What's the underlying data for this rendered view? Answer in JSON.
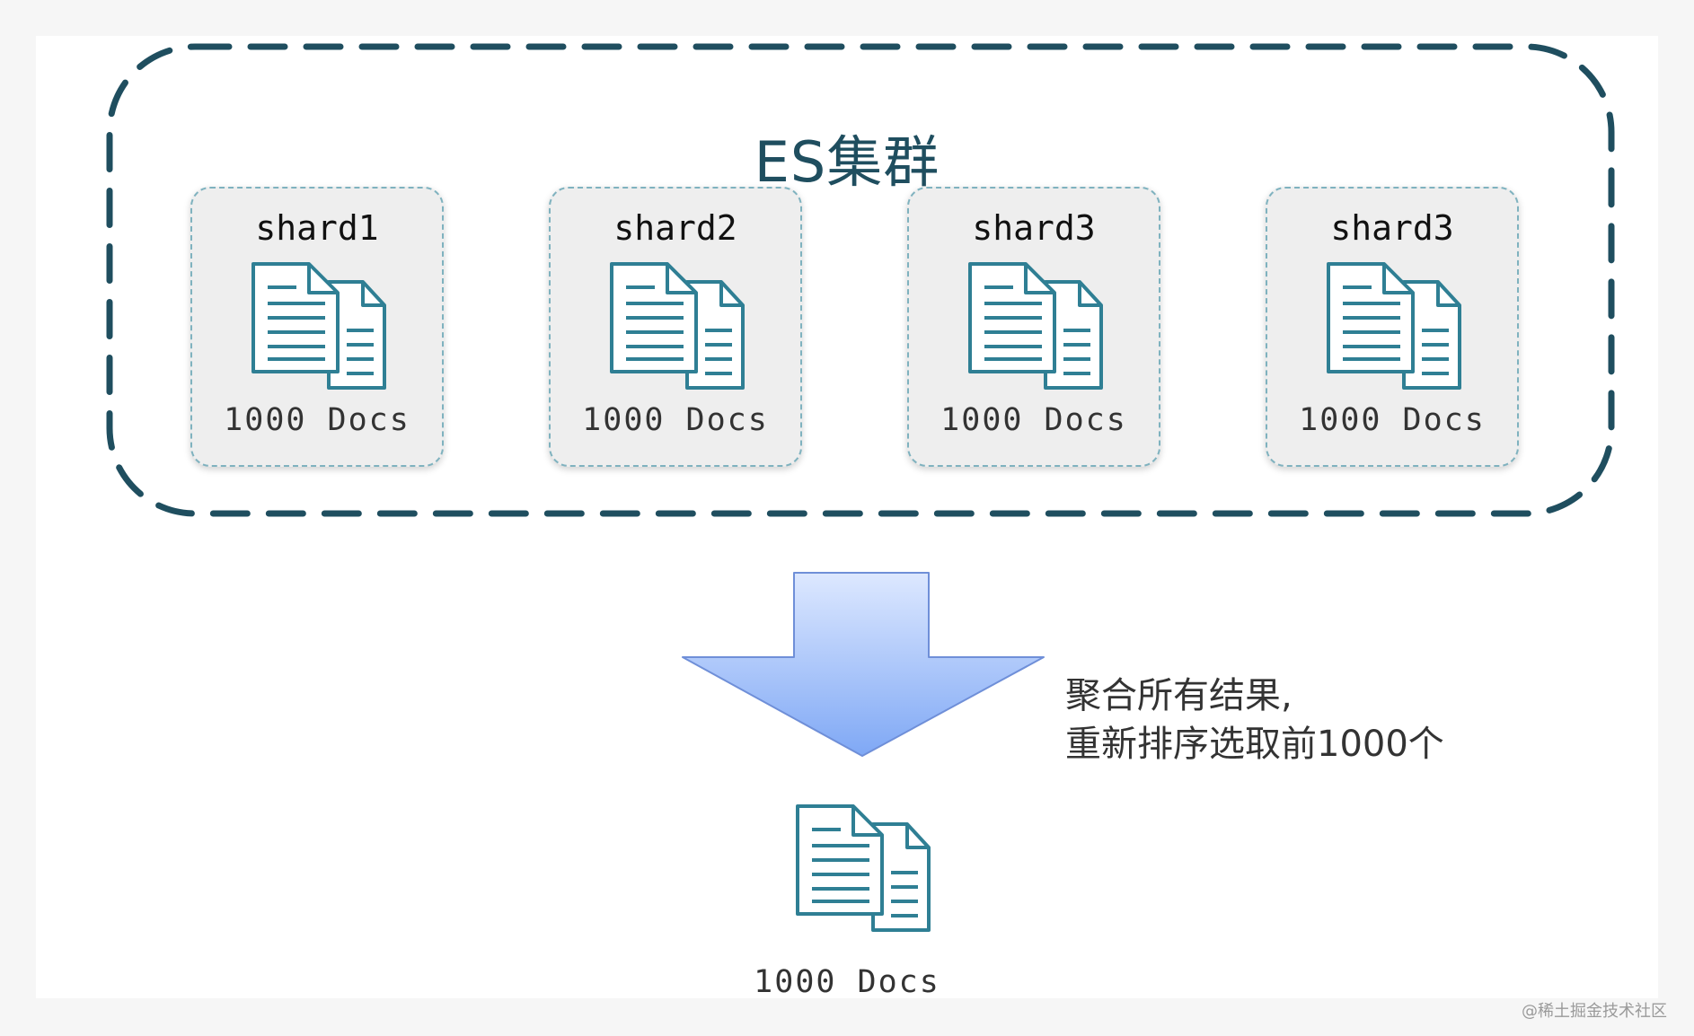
{
  "cluster": {
    "title": "ES集群",
    "border_color": "#1f4e5f"
  },
  "shards": [
    {
      "name": "shard1",
      "count": "1000 Docs"
    },
    {
      "name": "shard2",
      "count": "1000 Docs"
    },
    {
      "name": "shard3",
      "count": "1000 Docs"
    },
    {
      "name": "shard3",
      "count": "1000 Docs"
    }
  ],
  "arrow": {
    "icon": "down-arrow-icon",
    "gradient_top": "#dde8ff",
    "gradient_bottom": "#7fa8f5"
  },
  "note": {
    "line1": "聚合所有结果,",
    "line2": "重新排序选取前1000个"
  },
  "result": {
    "icon": "documents-icon",
    "count": "1000 Docs"
  },
  "watermark": "@稀土掘金技术社区",
  "colors": {
    "icon_stroke": "#2f7f94",
    "shard_border": "#7fb2bf",
    "shard_fill": "#eeeeee"
  }
}
